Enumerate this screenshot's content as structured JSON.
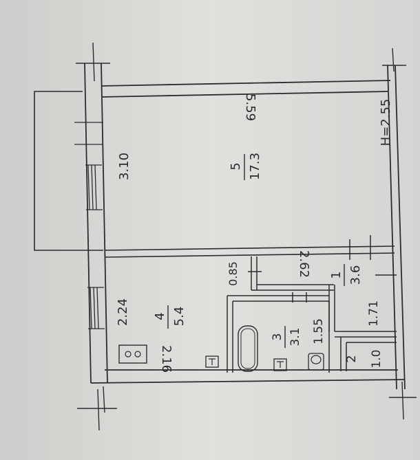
{
  "plan": {
    "rooms": [
      {
        "number": "5",
        "area": "17.3",
        "width": "3.10",
        "length": "5.59"
      },
      {
        "number": "4",
        "area": "5.4",
        "width": "2.24",
        "length": "2.16"
      },
      {
        "number": "3",
        "area": "3.1",
        "width": "1.55"
      },
      {
        "number": "1",
        "area": "3.6",
        "width": "1.71",
        "length": "2.62"
      },
      {
        "number": "2",
        "width": "1.0"
      }
    ],
    "extra_dimension": "0.85",
    "ceiling_height": "H=2.55"
  }
}
